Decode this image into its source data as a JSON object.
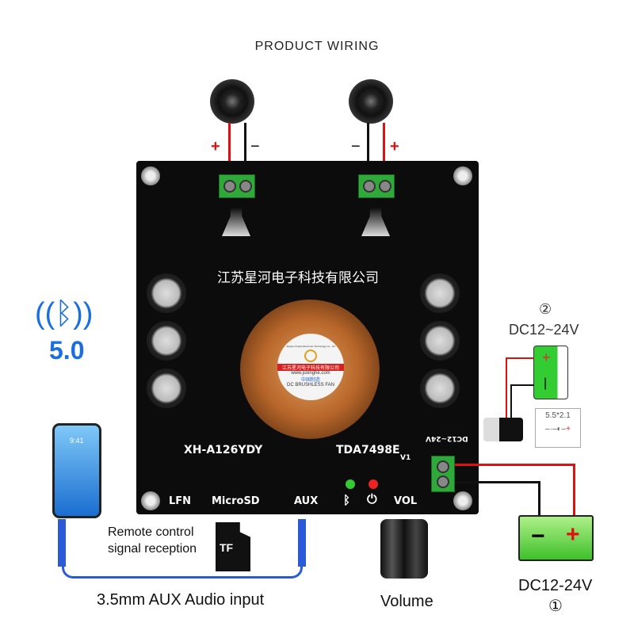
{
  "title": "PRODUCT WIRING",
  "speaker_left": {
    "plus": "+",
    "minus": "−"
  },
  "speaker_right": {
    "plus": "+",
    "minus": "−"
  },
  "board": {
    "company": "江苏星河电子科技有限公司",
    "fan_label": {
      "ring_text": "Jiangsu Xinghe Electronic Technology Co., Ltd",
      "company": "江苏星河电子科技有限公司",
      "url": "www.jsxinghe.com",
      "made_in": "中国制造",
      "type": "DC BRUSHLESS FAN"
    },
    "model": "XH-A126YDY",
    "chip": "TDA7498E",
    "version": "V1",
    "power_label": "DC12~24V",
    "lfn": "LFN",
    "microsd": "MicroSD",
    "aux": "AUX",
    "vol": "VOL"
  },
  "bluetooth_badge": {
    "version": "5.0"
  },
  "power_option_2": {
    "number": "②",
    "label": "DC12~24V",
    "plus": "+",
    "minus": "|",
    "jack_spec": "5.5*2.1"
  },
  "power_option_1": {
    "label": "DC12-24V",
    "number": "①",
    "plus": "+",
    "minus": "−"
  },
  "phone": {
    "time": "9:41"
  },
  "remote": {
    "label_line1": "Remote control",
    "label_line2": "signal reception",
    "card": "TF"
  },
  "aux_label": "3.5mm AUX Audio input",
  "volume_label": "Volume",
  "colors": {
    "board": "#0c0c0c",
    "terminal": "#2faa3a",
    "positive_wire": "#e01010",
    "negative_wire": "#111111",
    "battery": "#3fc02a"
  }
}
